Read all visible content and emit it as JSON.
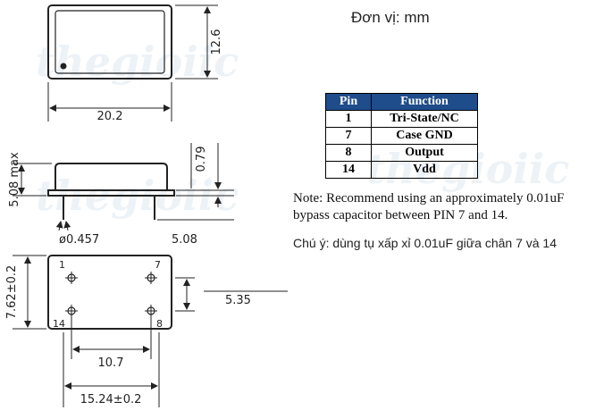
{
  "unit_label": "Đơn vị: mm",
  "watermark": "thegioiic",
  "dimensions": {
    "top_height": "12.6",
    "top_width": "20.2",
    "side_max_height": "5.08 max",
    "side_base": "0.79",
    "pin_diameter": "ø0.457",
    "pin_length": "5.08",
    "bottom_pin_spacing_v": "7.62±0.2",
    "bottom_pin_spacing_h": "10.7",
    "bottom_overall_width": "15.24±0.2",
    "bottom_offset": "5.35"
  },
  "pin_labels": {
    "p1": "1",
    "p7": "7",
    "p14": "14",
    "p8": "8"
  },
  "table": {
    "headers": {
      "pin": "Pin",
      "function": "Function"
    },
    "rows": [
      {
        "pin": "1",
        "function": "Tri-State/NC"
      },
      {
        "pin": "7",
        "function": "Case GND"
      },
      {
        "pin": "8",
        "function": "Output"
      },
      {
        "pin": "14",
        "function": "Vdd"
      }
    ]
  },
  "note_en": "Note: Recommend using an approximately 0.01uF bypass capacitor between PIN 7 and 14.",
  "note_vi": "Chú ý: dùng tụ xấp xỉ 0.01uF giữa chân 7 và 14",
  "colors": {
    "table_header_bg": "#1f4c8a",
    "table_header_text": "#ffffff",
    "line": "#222222"
  }
}
